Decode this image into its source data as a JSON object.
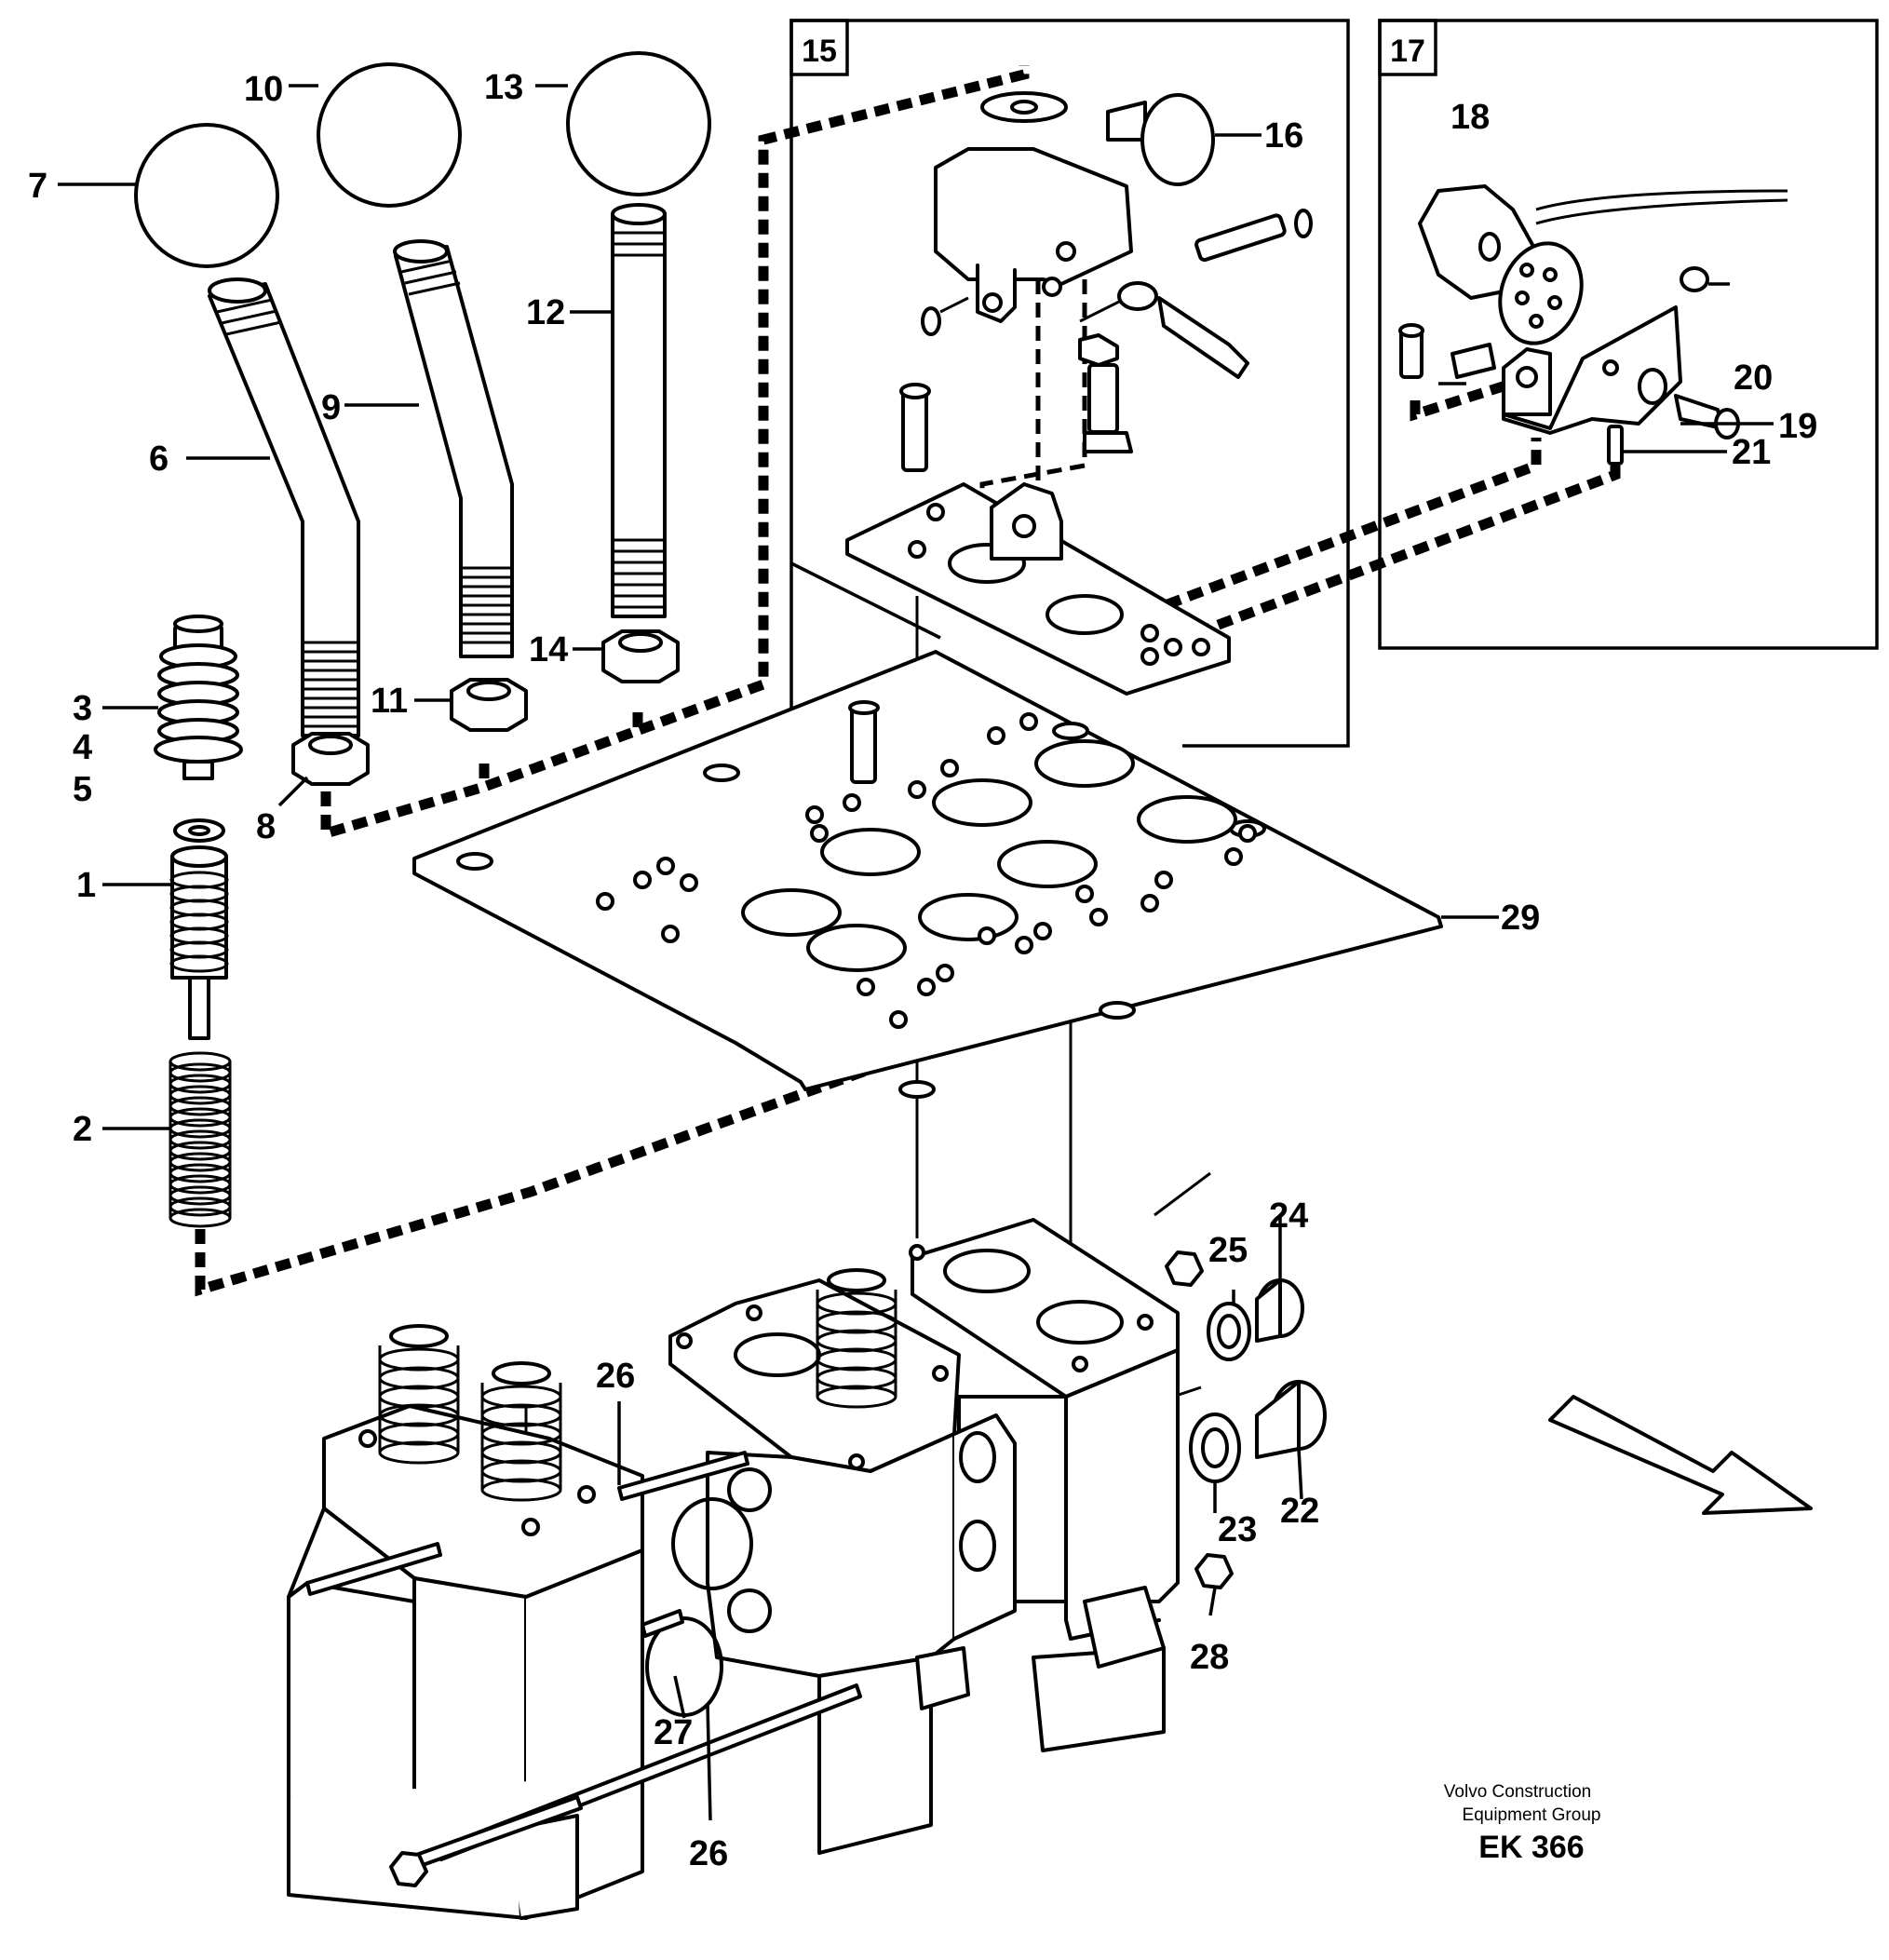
{
  "diagram": {
    "labels": {
      "p1": "1",
      "p2": "2",
      "p3": "3",
      "p4": "4",
      "p5": "5",
      "p6": "6",
      "p7": "7",
      "p8": "8",
      "p9": "9",
      "p10": "10",
      "p11": "11",
      "p12": "12",
      "p13": "13",
      "p14": "14",
      "p15": "15",
      "p16": "16",
      "p17": "17",
      "p18": "18",
      "p19": "19",
      "p20": "20",
      "p21": "21",
      "p22": "22",
      "p23": "23",
      "p24": "24",
      "p25": "25",
      "p26": "26",
      "p27": "27",
      "p28": "28",
      "p29": "29"
    },
    "credit": {
      "line1": "Volvo Construction",
      "line2": "Equipment Group",
      "code": "EK 366"
    }
  }
}
